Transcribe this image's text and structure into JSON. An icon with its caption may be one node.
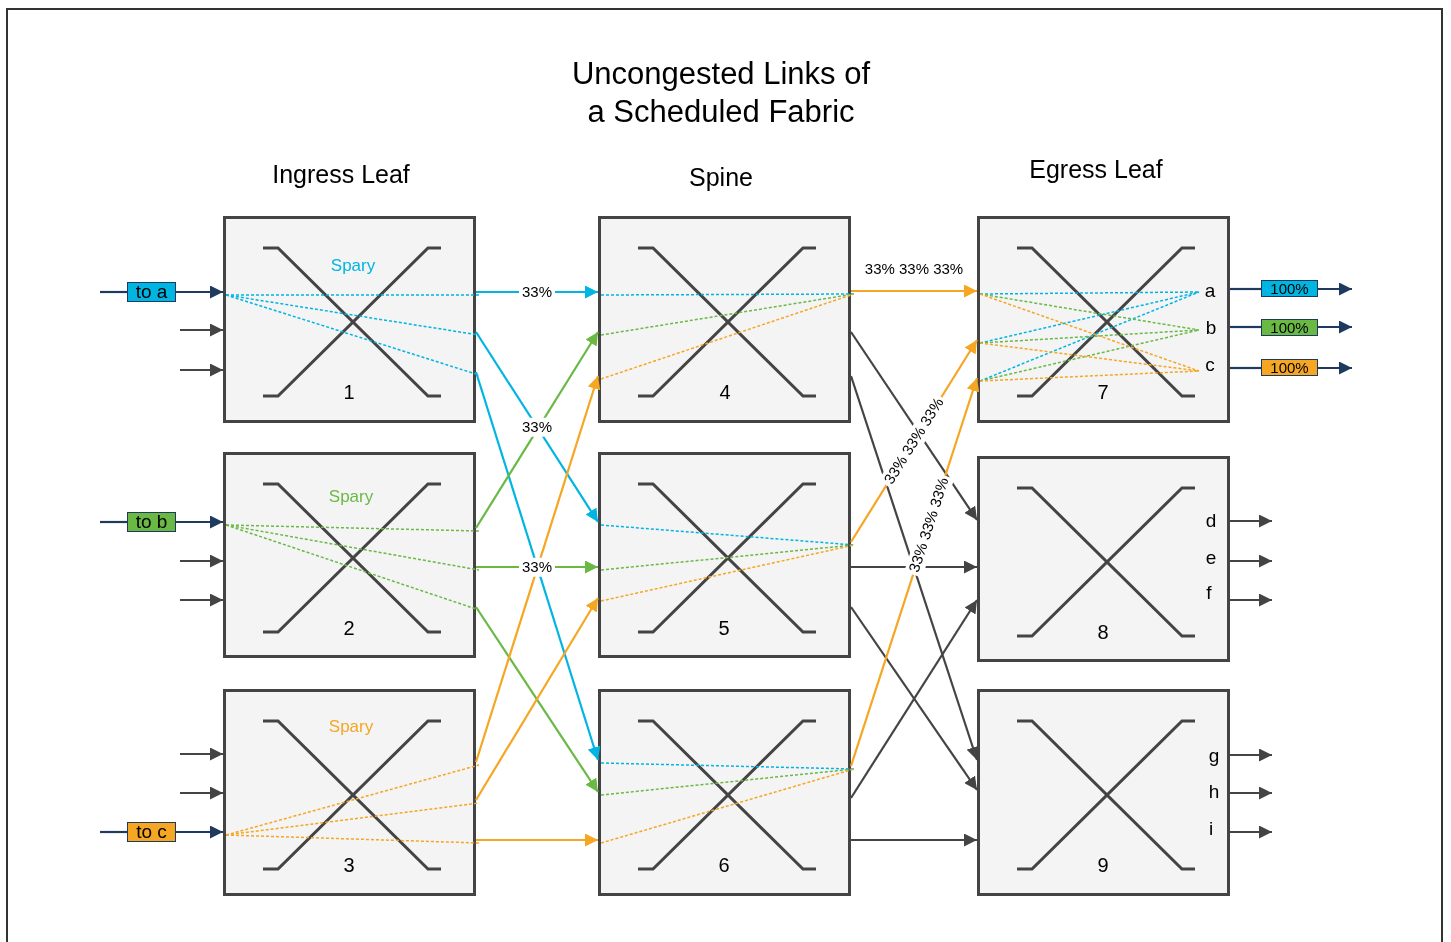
{
  "diagram": {
    "title": "Uncongested Links of a Scheduled Fabric",
    "nodes": [
      {
        "text": [
          "to a"
        ]
      },
      {
        "text": [
          "to b"
        ]
      },
      {
        "text": [
          "to c"
        ]
      },
      {
        "text": [
          "Spary",
          "1"
        ]
      },
      {
        "text": [
          "Spary",
          "2"
        ]
      },
      {
        "text": [
          "Spary",
          "3"
        ]
      },
      {
        "text": [
          "4"
        ]
      },
      {
        "text": [
          "5"
        ]
      },
      {
        "text": [
          "6"
        ]
      },
      {
        "text": [
          "a",
          "b",
          "c",
          "7"
        ]
      },
      {
        "text": [
          "d",
          "e",
          "f",
          "8"
        ]
      },
      {
        "text": [
          "g",
          "h",
          "i",
          "9"
        ]
      },
      {
        "text": [
          "100%"
        ]
      },
      {
        "text": [
          "100%"
        ]
      },
      {
        "text": [
          "100%"
        ]
      }
    ],
    "edges": [
      {
        "from": null,
        "to": 0,
        "arrow": "none",
        "color": "#1f3a5f"
      },
      {
        "from": 0,
        "to": 3,
        "arrow": "to",
        "color": "#1f3a5f"
      },
      {
        "from": null,
        "to": 3,
        "arrow": "to"
      },
      {
        "from": null,
        "to": 3,
        "arrow": "to"
      },
      {
        "from": null,
        "to": 1,
        "arrow": "none",
        "color": "#1f3a5f"
      },
      {
        "from": 1,
        "to": 4,
        "arrow": "to",
        "color": "#1f3a5f"
      },
      {
        "from": null,
        "to": 4,
        "arrow": "to"
      },
      {
        "from": null,
        "to": 4,
        "arrow": "to"
      },
      {
        "from": null,
        "to": 5,
        "arrow": "to"
      },
      {
        "from": null,
        "to": 5,
        "arrow": "to"
      },
      {
        "from": null,
        "to": 2,
        "arrow": "none",
        "color": "#1f3a5f"
      },
      {
        "from": 2,
        "to": 5,
        "arrow": "to",
        "color": "#1f3a5f"
      },
      {
        "from": 3,
        "to": 6,
        "arrow": "to",
        "label": "33%",
        "color": "#00b5e2"
      },
      {
        "from": 3,
        "to": 7,
        "arrow": "to",
        "label": "33%",
        "color": "#00b5e2"
      },
      {
        "from": 3,
        "to": 8,
        "arrow": "to",
        "color": "#00b5e2"
      },
      {
        "from": 4,
        "to": 6,
        "arrow": "to",
        "color": "#6ab945"
      },
      {
        "from": 4,
        "to": 7,
        "arrow": "to",
        "label": "33%",
        "color": "#6ab945"
      },
      {
        "from": 4,
        "to": 8,
        "arrow": "to",
        "color": "#6ab945"
      },
      {
        "from": 5,
        "to": 6,
        "arrow": "to",
        "color": "#f5a623"
      },
      {
        "from": 5,
        "to": 7,
        "arrow": "to",
        "color": "#f5a623"
      },
      {
        "from": 5,
        "to": 8,
        "arrow": "to",
        "color": "#f5a623"
      },
      {
        "from": 6,
        "to": 9,
        "arrow": "to",
        "label": "33% 33% 33%",
        "color": "#f5a623"
      },
      {
        "from": 6,
        "to": 10,
        "arrow": "to"
      },
      {
        "from": 6,
        "to": 11,
        "arrow": "to"
      },
      {
        "from": 7,
        "to": 9,
        "arrow": "to",
        "label": "33% 33% 33%",
        "color": "#f5a623"
      },
      {
        "from": 7,
        "to": 10,
        "arrow": "to"
      },
      {
        "from": 7,
        "to": 11,
        "arrow": "to"
      },
      {
        "from": 8,
        "to": 9,
        "arrow": "to",
        "label": "33% 33% 33%",
        "color": "#f5a623"
      },
      {
        "from": 8,
        "to": 10,
        "arrow": "to"
      },
      {
        "from": 8,
        "to": 11,
        "arrow": "to"
      },
      {
        "from": 9,
        "to": 12,
        "arrow": "none",
        "color": "#1f3a5f"
      },
      {
        "from": 12,
        "to": null,
        "arrow": "to",
        "color": "#1f3a5f"
      },
      {
        "from": 9,
        "to": 13,
        "arrow": "none",
        "color": "#1f3a5f"
      },
      {
        "from": 13,
        "to": null,
        "arrow": "to",
        "color": "#1f3a5f"
      },
      {
        "from": 9,
        "to": 14,
        "arrow": "none",
        "color": "#1f3a5f"
      },
      {
        "from": 14,
        "to": null,
        "arrow": "to",
        "color": "#1f3a5f"
      },
      {
        "from": 10,
        "to": null,
        "arrow": "to"
      },
      {
        "from": 10,
        "to": null,
        "arrow": "to"
      },
      {
        "from": 10,
        "to": null,
        "arrow": "to"
      },
      {
        "from": 11,
        "to": null,
        "arrow": "to"
      },
      {
        "from": 11,
        "to": null,
        "arrow": "to"
      },
      {
        "from": 11,
        "to": null,
        "arrow": "to"
      }
    ],
    "labels": [
      "Ingress Leaf",
      "Spine",
      "Egress Leaf"
    ]
  }
}
